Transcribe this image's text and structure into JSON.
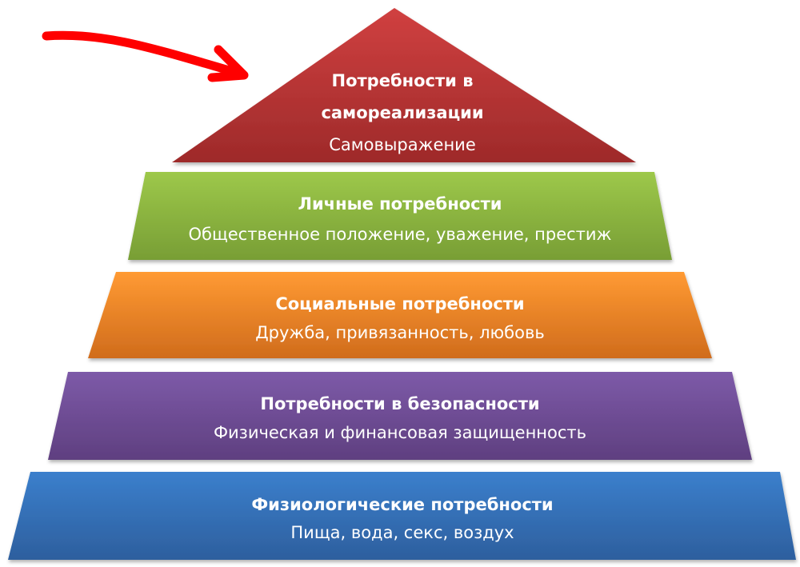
{
  "levels": [
    {
      "title_line1": "Потребности в",
      "title_line2": "самореализации",
      "subtitle": "Самовыражение",
      "color": "#b83232"
    },
    {
      "title": "Личные потребности",
      "subtitle": "Общественное положение, уважение, престиж",
      "color": "#8bb23f"
    },
    {
      "title": "Социальные потребности",
      "subtitle": "Дружба, привязанность, любовь",
      "color": "#f08a24"
    },
    {
      "title": "Потребности в безопасности",
      "subtitle": "Физическая и финансовая защищенность",
      "color": "#6f4c93"
    },
    {
      "title": "Физиологические потребности",
      "subtitle": "Пища, вода, секс, воздух",
      "color": "#3570b8"
    }
  ],
  "arrow_color": "#ff0000"
}
